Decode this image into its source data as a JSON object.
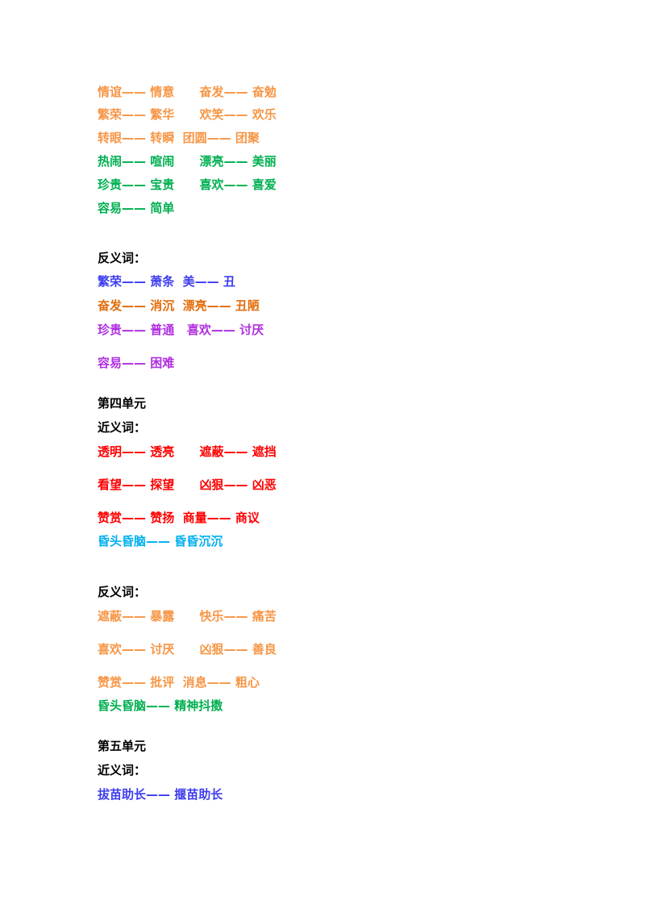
{
  "colors": {
    "orange": "#f79646",
    "green": "#00b050",
    "blue": "#3d3df0",
    "dark_orange": "#e36c0a",
    "purple": "#b030e0",
    "red": "#ff0000",
    "cyan": "#00b0f0",
    "black": "#000000"
  },
  "lines": [
    {
      "text": "情谊—— 情意      奋发—— 奋勉",
      "color": "#f79646"
    },
    {
      "text": "繁荣—— 繁华      欢笑—— 欢乐",
      "color": "#f79646"
    },
    {
      "text": "转眼—— 转瞬  团圆—— 团聚",
      "color": "#f79646"
    },
    {
      "text": "热闹—— 喧闹      漂亮—— 美丽",
      "color": "#00b050"
    },
    {
      "text": "珍贵—— 宝贵      喜欢—— 喜爱",
      "color": "#00b050"
    },
    {
      "text": "容易—— 简单",
      "color": "#00b050"
    },
    {
      "text": "反义词：",
      "color": "#000000"
    },
    {
      "text": "繁荣—— 萧条  美—— 丑",
      "color": "#3d3df0"
    },
    {
      "text": "奋发—— 消沉  漂亮—— 丑陋",
      "color": "#e36c0a"
    },
    {
      "text": "珍贵—— 普通   喜欢—— 讨厌",
      "color": "#b030e0"
    },
    {
      "text": "容易—— 困难",
      "color": "#b030e0"
    },
    {
      "text": "第四单元",
      "color": "#000000"
    },
    {
      "text": "近义词：",
      "color": "#000000"
    },
    {
      "text": "透明—— 透亮      遮蔽—— 遮挡",
      "color": "#ff0000"
    },
    {
      "text": "看望—— 探望      凶狠—— 凶恶",
      "color": "#ff0000"
    },
    {
      "text": "赞赏—— 赞扬  商量—— 商议",
      "color": "#ff0000"
    },
    {
      "text": "昏头昏脑—— 昏昏沉沉",
      "color": "#00b0f0"
    },
    {
      "text": "反义词：",
      "color": "#000000"
    },
    {
      "text": "遮蔽—— 暴露      快乐—— 痛苦",
      "color": "#f79646"
    },
    {
      "text": "喜欢—— 讨厌      凶狠—— 善良",
      "color": "#f79646"
    },
    {
      "text": "赞赏—— 批评  消息—— 粗心",
      "color": "#f79646"
    },
    {
      "text": "昏头昏脑—— 精神抖擞",
      "color": "#00b050"
    },
    {
      "text": "第五单元",
      "color": "#000000"
    },
    {
      "text": "近义词：",
      "color": "#000000"
    },
    {
      "text": "拔苗助长—— 揠苗助长",
      "color": "#3d3df0"
    }
  ]
}
